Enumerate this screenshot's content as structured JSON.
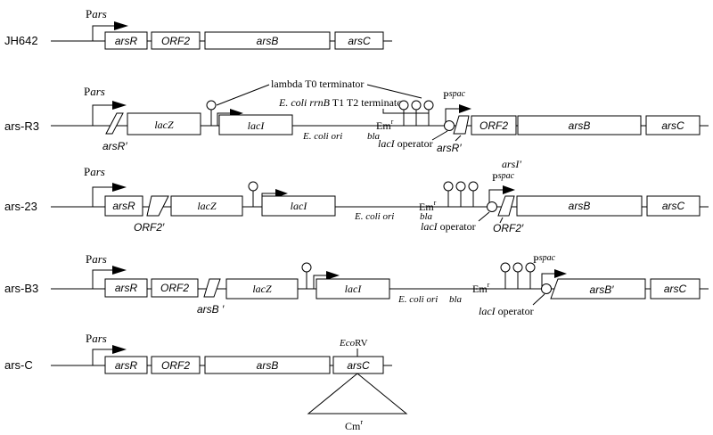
{
  "constructs": {
    "jh642": {
      "name": "JH642",
      "promoter": "ars",
      "genes": [
        "arsR",
        "ORF2",
        "arsB",
        "arsC"
      ]
    },
    "r3": {
      "name": "ars-R3",
      "promoter": "ars",
      "genes": [
        "lacZ",
        "lacI",
        "ORF2",
        "arsB",
        "arsC"
      ],
      "truncated_label": "arsR′",
      "truncated_label2": "arsR′",
      "ecoli_ori": "E. coli ori",
      "bla": "bla",
      "em": "Em",
      "em_sup": "r",
      "pspac_prefix": "P",
      "pspac_suffix": "spac",
      "lac_operator": "lacI",
      "operator_word": "operator",
      "lambda_terminator": "lambda T0 terminator",
      "rrnb_prefix": "E. coli rrnB",
      "rrnb_suffix": "T1 T2 terminator"
    },
    "a23": {
      "name": "ars-23",
      "promoter": "ars",
      "genes": [
        "arsR",
        "lacZ",
        "lacI",
        "arsB",
        "arsC"
      ],
      "orf2_trunc": "ORF2′",
      "orf2_trunc2": "ORF2′",
      "arsi_label": "arsI′",
      "ecoli_ori": "E. coli ori",
      "bla": "bla",
      "em": "Em",
      "em_sup": "r",
      "pspac_prefix": "P",
      "pspac_suffix": "spac",
      "lac_operator": "lacI",
      "operator_word": "operator"
    },
    "b3": {
      "name": "ars-B3",
      "promoter": "ars",
      "genes": [
        "arsR",
        "ORF2",
        "lacZ",
        "lacI",
        "arsB′",
        "arsC"
      ],
      "arsb_trunc": "arsB ′",
      "ecoli_ori": "E. coli ori",
      "bla": "bla",
      "em": "Em",
      "em_sup": "r",
      "pspac_prefix": "P",
      "pspac_suffix": "spac",
      "lac_operator": "lacI",
      "operator_word": "operator"
    },
    "c": {
      "name": "ars-C",
      "promoter": "ars",
      "genes": [
        "arsR",
        "ORF2",
        "arsB",
        "arsC"
      ],
      "ecorv_prefix": "Eco",
      "ecorv_suffix": "RV",
      "cm": "Cm",
      "cm_sup": "r"
    }
  },
  "promoter_letter": "P"
}
